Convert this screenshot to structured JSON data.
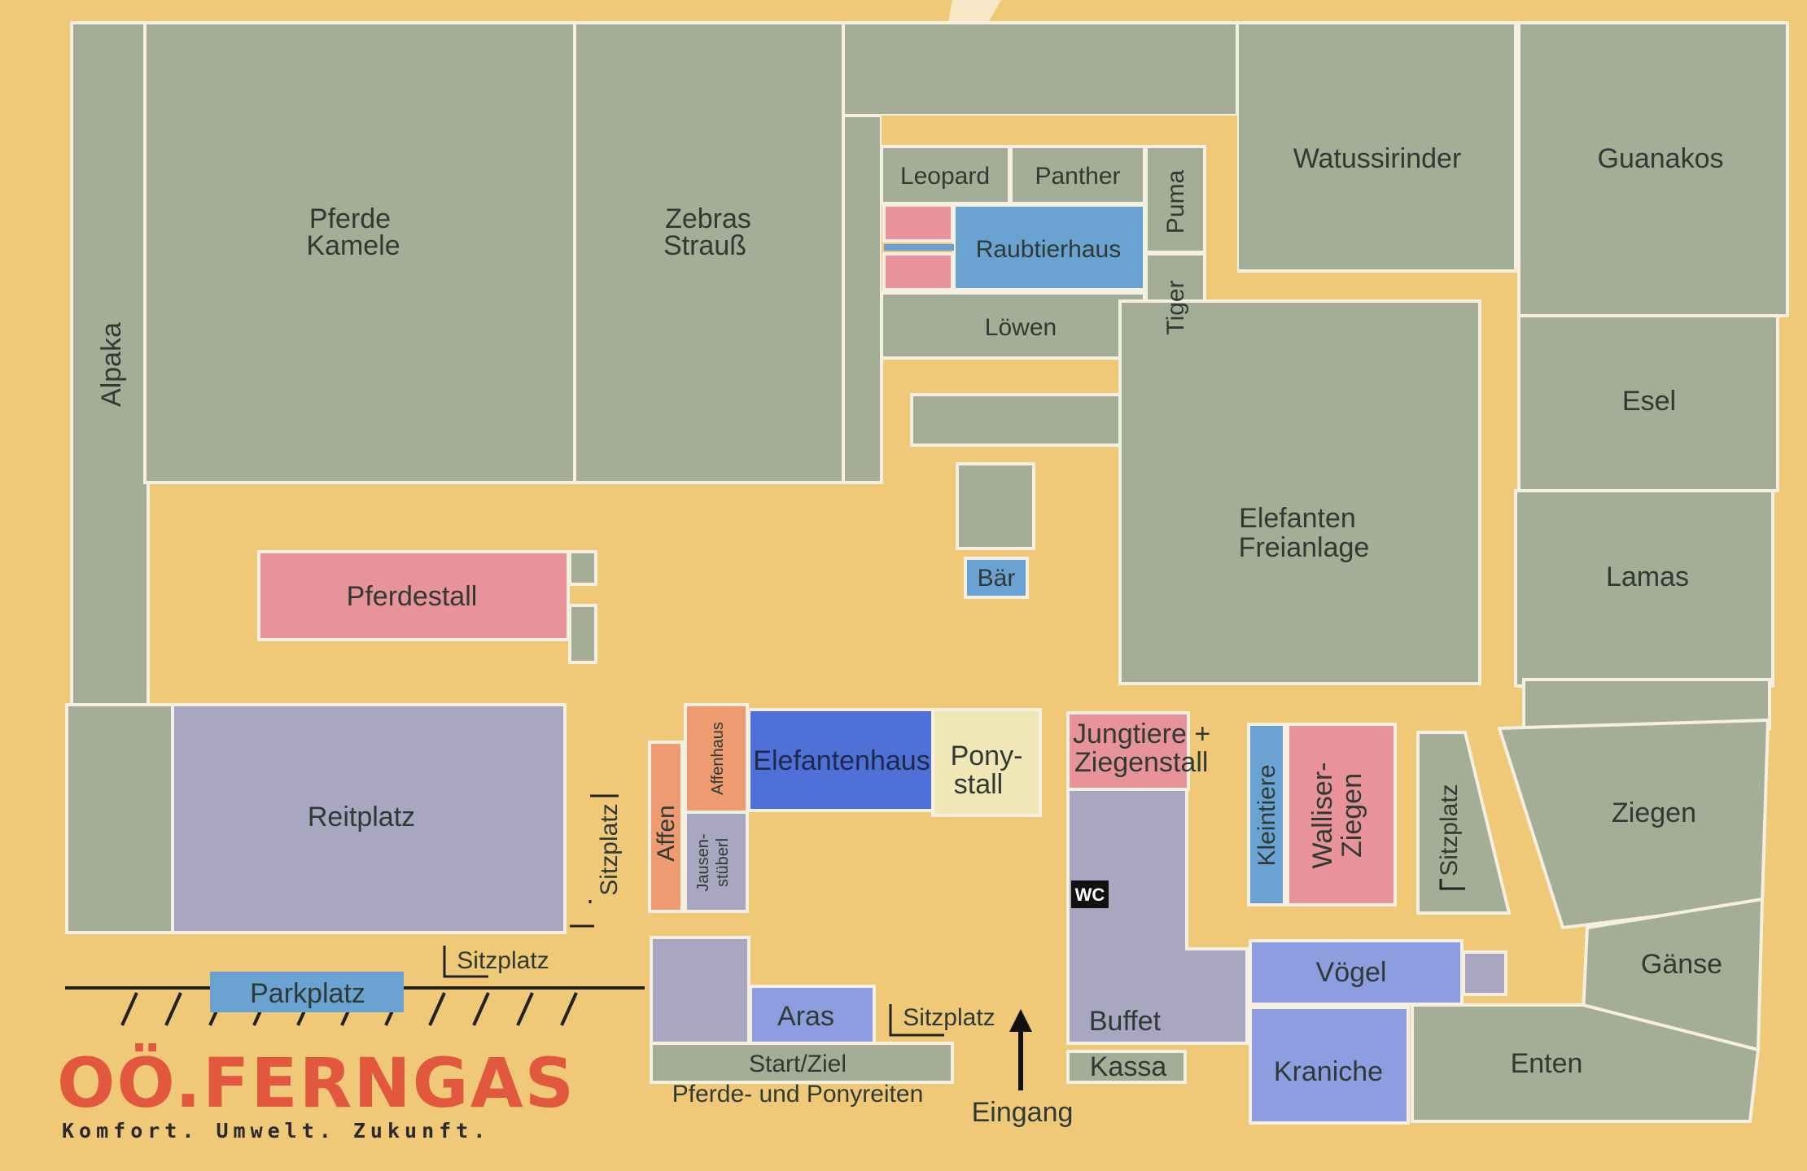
{
  "colors": {
    "background": "#f0c978",
    "enclosure_green": "#a4ad96",
    "stable_pink": "#e8939a",
    "house_blue": "#6aa2d1",
    "elephant_house_blue": "#4f70d6",
    "lavender": "#a8a6c0",
    "periwinkle": "#8d9ee0",
    "orange": "#ee9b72",
    "cream": "#f1e6b6",
    "logo_red": "#e2583f"
  },
  "areas": {
    "alpaka": "Alpaka",
    "pferde_kamele_1": "Pferde",
    "pferde_kamele_2": "Kamele",
    "zebras_1": "Zebras",
    "zebras_2": "Strauß",
    "leopard": "Leopard",
    "panther": "Panther",
    "puma": "Puma",
    "raubtierhaus": "Raubtierhaus",
    "loewen": "Löwen",
    "tiger": "Tiger",
    "watussirinder": "Watussirinder",
    "guanakos": "Guanakos",
    "esel": "Esel",
    "lamas": "Lamas",
    "elefanten_1": "Elefanten",
    "elefanten_2": "Freianlage",
    "baer": "Bär",
    "pferdestall": "Pferdestall",
    "reitplatz": "Reitplatz",
    "affen": "Affen",
    "affenhaus": "Affenhaus",
    "jausen_1": "Jausen-",
    "jausen_2": "stüberl",
    "elefantenhaus": "Elefantenhaus",
    "ponystall_1": "Pony-",
    "ponystall_2": "stall",
    "jungtiere_1": "Jungtiere +",
    "jungtiere_2": "Ziegenstall",
    "wc": "WC",
    "kleintiere": "Kleintiere",
    "walliser_1": "Walliser-",
    "walliser_2": "Ziegen",
    "ziegen": "Ziegen",
    "gaense": "Gänse",
    "voegel": "Vögel",
    "kraniche": "Kraniche",
    "enten": "Enten",
    "buffet": "Buffet",
    "kassa": "Kassa",
    "aras": "Aras",
    "start_ziel": "Start/Ziel",
    "pferde_ponyreiten": "Pferde- und Ponyreiten",
    "parkplatz": "Parkplatz",
    "eingang": "Eingang"
  },
  "seating": {
    "sitzplatz_vertical_left": "Sitzplatz",
    "sitzplatz_parking": "Sitzplatz",
    "sitzplatz_entrance": "Sitzplatz",
    "sitzplatz_right": "Sitzplatz"
  },
  "logo": {
    "brand": "OÖ.FERNGAS",
    "tagline": "Komfort. Umwelt. Zukunft."
  }
}
